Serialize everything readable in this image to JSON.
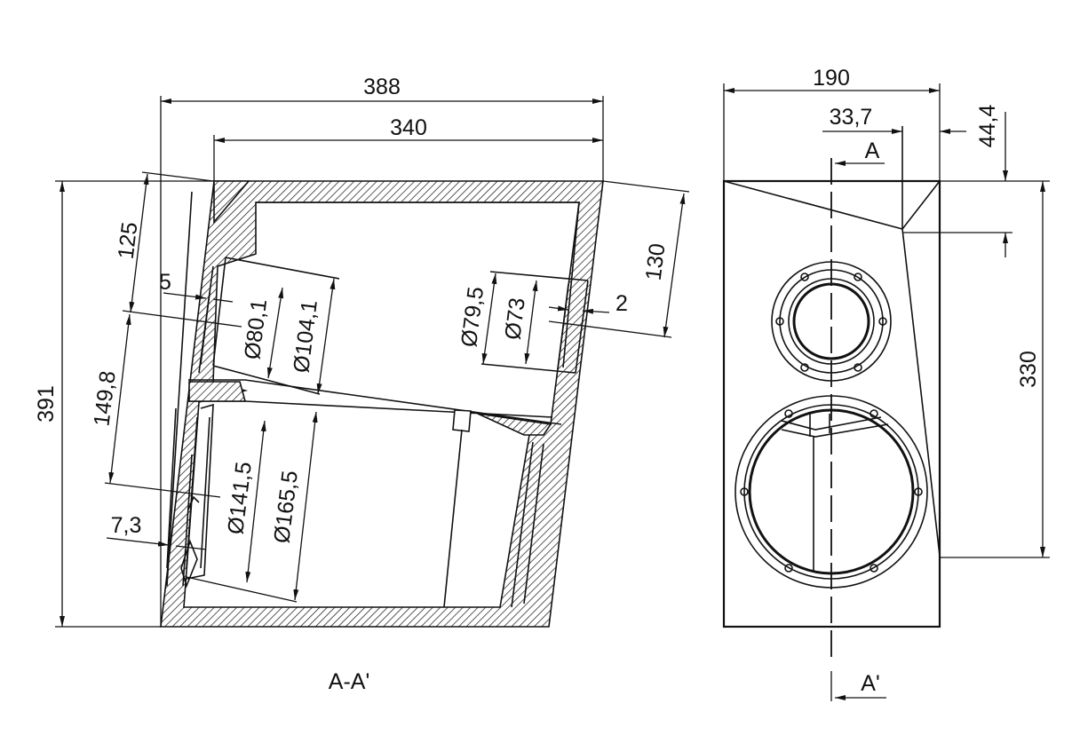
{
  "section_view": {
    "caption": "A-A'",
    "dims": {
      "overall_width": "388",
      "inner_width": "340",
      "height": "391",
      "upper_offset": "125",
      "lower_offset": "149,8",
      "right_slant": "130",
      "wall_step_top": "5",
      "wall_step_bottom": "7,3",
      "port_flange": "Ø80,1",
      "port_outer": "Ø104,1",
      "port_right_outer": "Ø79,5",
      "port_right_inner": "Ø73",
      "port_right_gap": "2",
      "woofer_inner": "Ø141,5",
      "woofer_outer": "Ø165,5"
    }
  },
  "front_view": {
    "section_mark_top": "A",
    "section_mark_bottom": "A'",
    "dims": {
      "width": "190",
      "offset_top": "33,7",
      "offset_side": "44,4",
      "height": "330"
    }
  }
}
